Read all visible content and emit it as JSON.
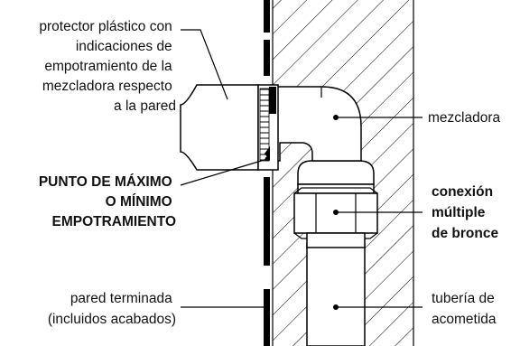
{
  "labels": {
    "protector": [
      "protector plástico con",
      "indicaciones de",
      "empotramiento de la",
      "mezcladora respecto",
      "a la pared"
    ],
    "punto": [
      "PUNTO DE MÁXIMO",
      "O MÍNIMO",
      "EMPOTRAMIENTO"
    ],
    "pared": [
      "pared terminada",
      "(incluidos acabados)"
    ],
    "mezcladora": "mezcladora",
    "conexion": [
      "conexión",
      "múltiple",
      "de bronce"
    ],
    "tuberia": [
      "tubería de",
      "acometida"
    ]
  }
}
